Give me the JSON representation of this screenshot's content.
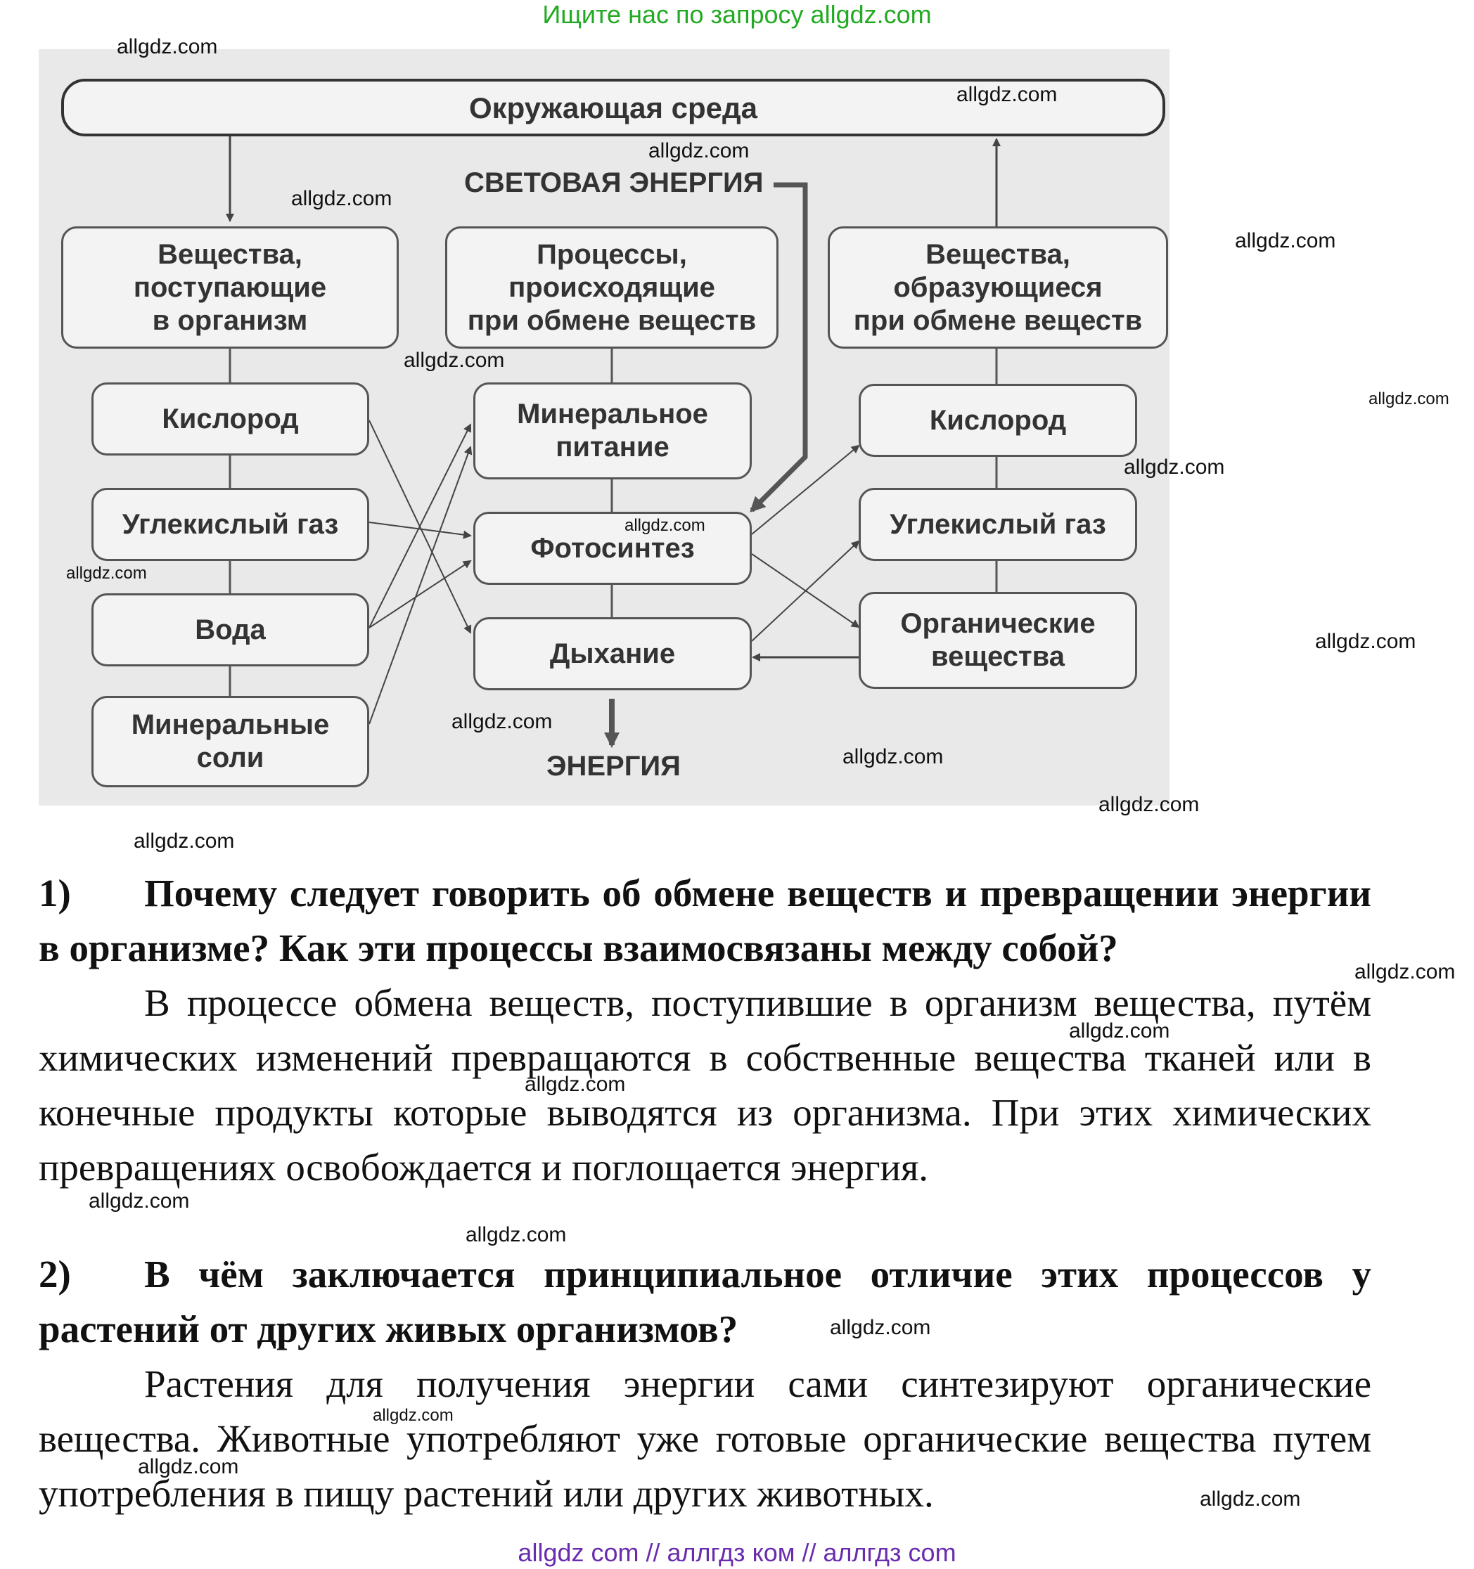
{
  "banner": "Ищите нас по запросу allgdz.com",
  "diagram": {
    "environment": "Окружающая среда",
    "light_energy": "СВЕТОВАЯ ЭНЕРГИЯ",
    "energy": "ЭНЕРГИЯ",
    "col_left_header": "Вещества,\nпоступающие\nв организм",
    "col_mid_header": "Процессы,\nпроисходящие\nпри обмене веществ",
    "col_right_header": "Вещества,\nобразующиеся\nпри обмене веществ",
    "left_items": [
      "Кислород",
      "Углекислый газ",
      "Вода",
      "Минеральные\nсоли"
    ],
    "mid_items": [
      "Минеральное\nпитание",
      "Фотосинтез",
      "Дыхание"
    ],
    "right_items": [
      "Кислород",
      "Углекислый газ",
      "Органические\nвещества"
    ]
  },
  "q1": {
    "number": "1)",
    "text": "Почему следует говорить об обмене веществ и превращении энергии в организме? Как эти процессы взаимосвязаны между собой?",
    "answer": "В процессе обмена веществ, поступившие в организм вещества, путём химических изменений превращаются в собственные вещества тканей или в конечные продукты которые выводятся из организма. При этих химических превращениях освобождается и поглощается энергия."
  },
  "q2": {
    "number": "2)",
    "text": "В чём заключается принципиальное отличие этих процессов у растений от других живых организмов?",
    "answer": "Растения для получения энергии сами синтезируют органические вещества. Животные употребляют уже готовые органические вещества путем употребления в пищу растений или других животных."
  },
  "watermark": "allgdz.com",
  "footer": "allgdz com  //  аллгдз ком  //  аллгдз com"
}
